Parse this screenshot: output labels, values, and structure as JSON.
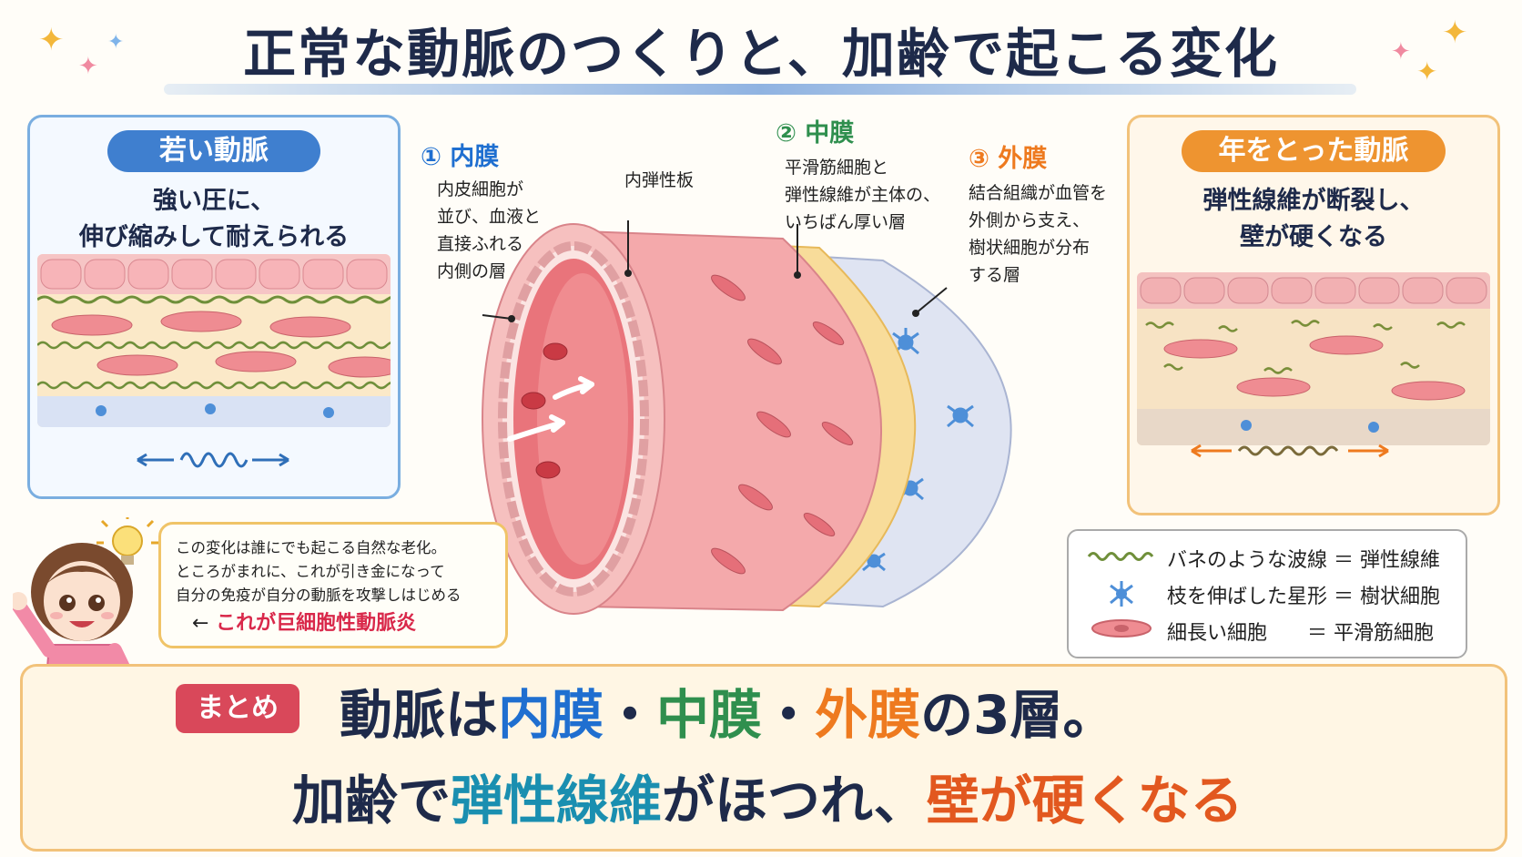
{
  "title": "正常な動脈のつくりと、加齢で起こる変化",
  "young": {
    "badge": "若い動脈",
    "desc_line1": "強い圧に、",
    "desc_line2": "伸び縮みして耐えられる"
  },
  "old": {
    "badge": "年をとった動脈",
    "desc_line1": "弾性線維が断裂し、",
    "desc_line2": "壁が硬くなる"
  },
  "layers": {
    "intima": {
      "label": "① 内膜",
      "desc": [
        "内皮細胞が",
        "並び、血液と",
        "直接ふれる",
        "内側の層"
      ]
    },
    "iel": {
      "label": "内弾性板"
    },
    "media": {
      "label": "② 中膜",
      "desc": [
        "平滑筋細胞と",
        "弾性線維が主体の、",
        "いちばん厚い層"
      ]
    },
    "adventitia": {
      "label": "③ 外膜",
      "desc": [
        "結合組織が血管を",
        "外側から支え、",
        "樹状細胞が分布",
        "する層"
      ]
    }
  },
  "legend": [
    {
      "icon": "wavy-line-icon",
      "text": "バネのような波線 ＝ 弾性線維"
    },
    {
      "icon": "star-cell-icon",
      "text": "枝を伸ばした星形 ＝ 樹状細胞"
    },
    {
      "icon": "spindle-cell-icon",
      "text": "細長い細胞　　＝ 平滑筋細胞"
    }
  ],
  "bubble": {
    "line1": "この変化は誰にでも起こる自然な老化。",
    "line2": "ところがまれに、これが引き金になって",
    "line3": "自分の免疫が自分の動脈を攻撃しはじめる",
    "arrow": "←",
    "highlight": "これが巨細胞性動脈炎"
  },
  "summary": {
    "badge": "まとめ",
    "l1_a": "動脈は",
    "l1_b": "内膜",
    "l1_c": "・",
    "l1_d": "中膜",
    "l1_e": "・",
    "l1_f": "外膜",
    "l1_g": "の3層。",
    "l2_a": "加齢で",
    "l2_b": "弾性線維",
    "l2_c": "がほつれ、",
    "l2_d": "壁が硬くなる"
  },
  "colors": {
    "intima": "#1f6fd0",
    "media": "#2f8f4e",
    "adventitia": "#ee7a1f",
    "alert": "#d9284a"
  }
}
